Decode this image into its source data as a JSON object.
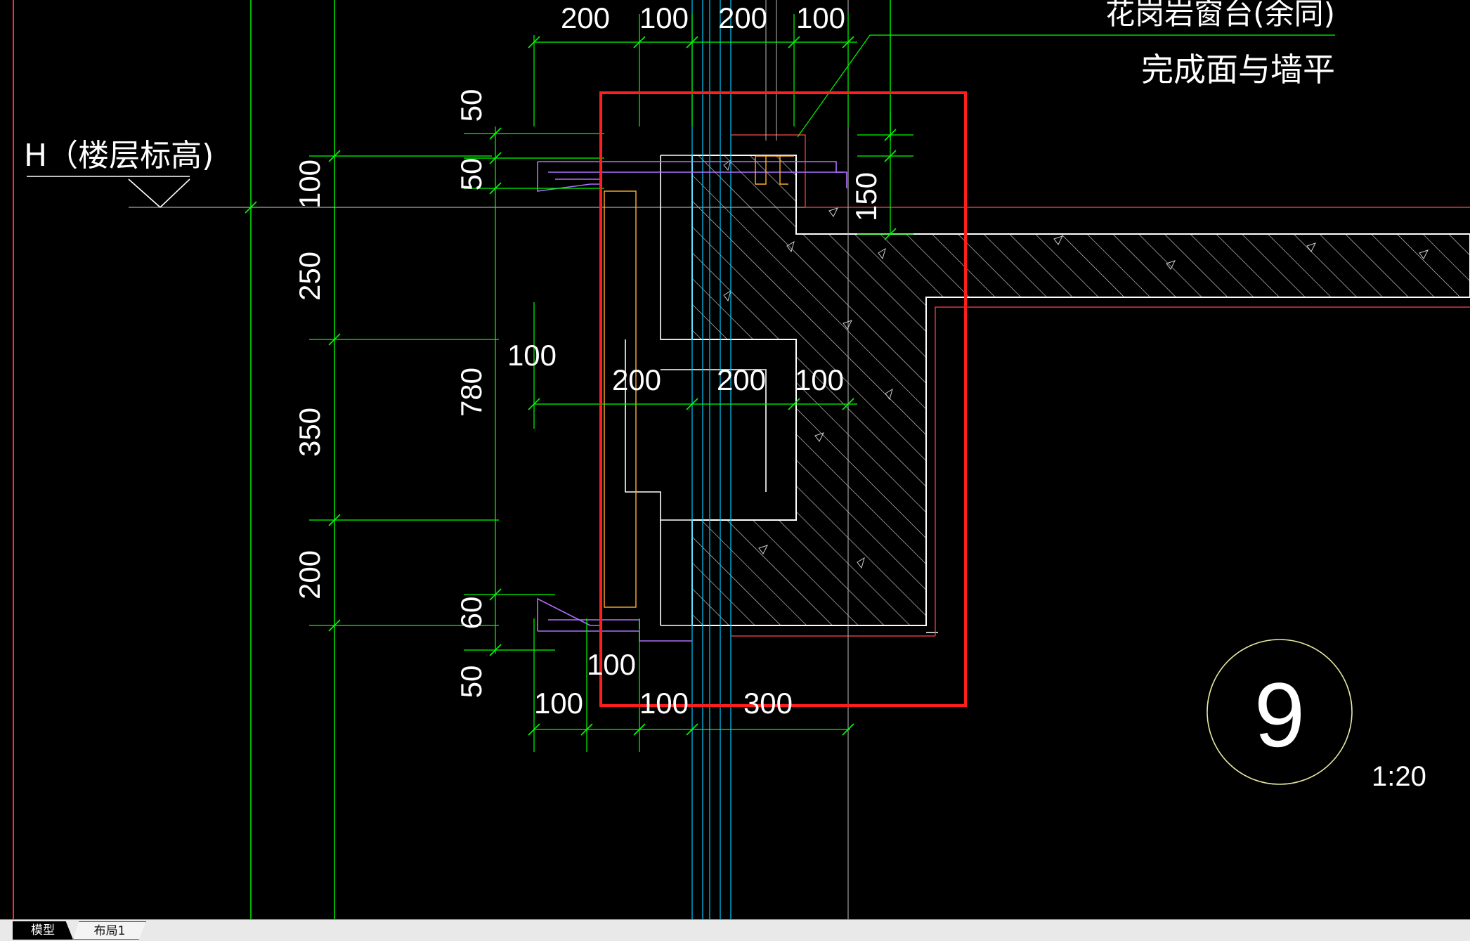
{
  "drawing": {
    "annotation_top": "花岗岩窗台(余同)",
    "annotation_finish": "完成面与墙平",
    "floor_level": "H（楼层标高)",
    "detail_number": "9",
    "scale": "1:20",
    "dims_top": [
      "200",
      "100",
      "200",
      "100"
    ],
    "dims_left_outer": [
      "100",
      "250",
      "350",
      "200"
    ],
    "dims_left_inner": [
      "50",
      "50",
      "780",
      "60",
      "50"
    ],
    "dims_middle": [
      "100",
      "200",
      "200",
      "100"
    ],
    "dim_right": "150",
    "dims_bottom": [
      "100",
      "100",
      "100",
      "300"
    ]
  },
  "tabs": {
    "model": "模型",
    "layout1": "布局1"
  },
  "colors": {
    "background": "#000000",
    "dimension": "#00ff00",
    "frame_highlight": "#ff2020",
    "outline": "#ffffff",
    "glass": "#00c8ff",
    "window_frame": "#b070ff",
    "detail_circle": "#e8e8a0",
    "hatch": "#c8c8c8"
  }
}
